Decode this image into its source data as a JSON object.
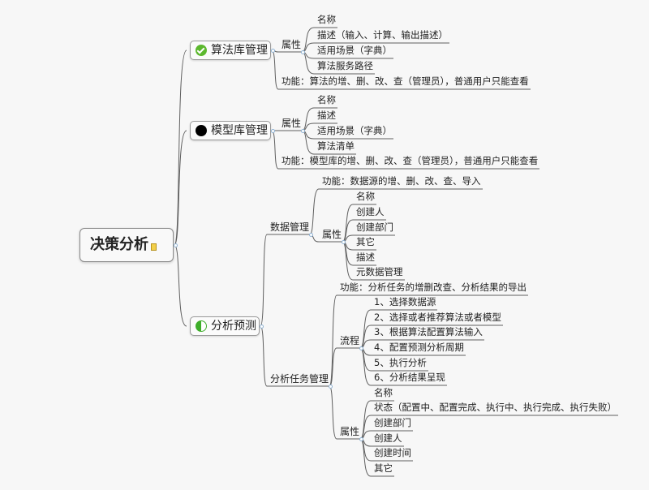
{
  "root": {
    "label": "决策分析"
  },
  "branch1": {
    "label": "算法库管理",
    "icon": "check-icon",
    "attr_label": "属性",
    "attrs": [
      "名称",
      "描述（输入、计算、输出描述）",
      "适用场景（字典）",
      "算法服务路径"
    ],
    "func": "功能：算法的增、删、改、查（管理员），普通用户只能查看"
  },
  "branch2": {
    "label": "模型库管理",
    "icon": "progress-full-icon",
    "attr_label": "属性",
    "attrs": [
      "名称",
      "描述",
      "适用场景（字典）",
      "算法清单"
    ],
    "func": "功能：模型库的增、删、改、查（管理员），普通用户只能查看"
  },
  "branch3": {
    "label": "分析预测",
    "icon": "progress-half-icon",
    "data_mgmt": {
      "label": "数据管理",
      "func": "功能：数据源的增、删、改、查、导入",
      "attr_label": "属性",
      "attrs": [
        "名称",
        "创建人",
        "创建部门",
        "其它",
        "描述",
        "元数据管理"
      ]
    },
    "task_mgmt": {
      "label": "分析任务管理",
      "func": "功能：分析任务的增删改查、分析结果的导出",
      "flow_label": "流程",
      "flow": [
        "1、选择数据源",
        "2、选择或者推荐算法或者模型",
        "3、根据算法配置算法输入",
        "4、配置预测分析周期",
        "5、执行分析",
        "6、分析结果呈现"
      ],
      "attr_label": "属性",
      "attrs": [
        "名称",
        "状态（配置中、配置完成、执行中、执行完成、执行失败）",
        "创建部门",
        "创建人",
        "创建时间",
        "其它"
      ]
    }
  },
  "colors": {
    "line": "#5f5f5f",
    "dot": "#8fb2d3"
  }
}
